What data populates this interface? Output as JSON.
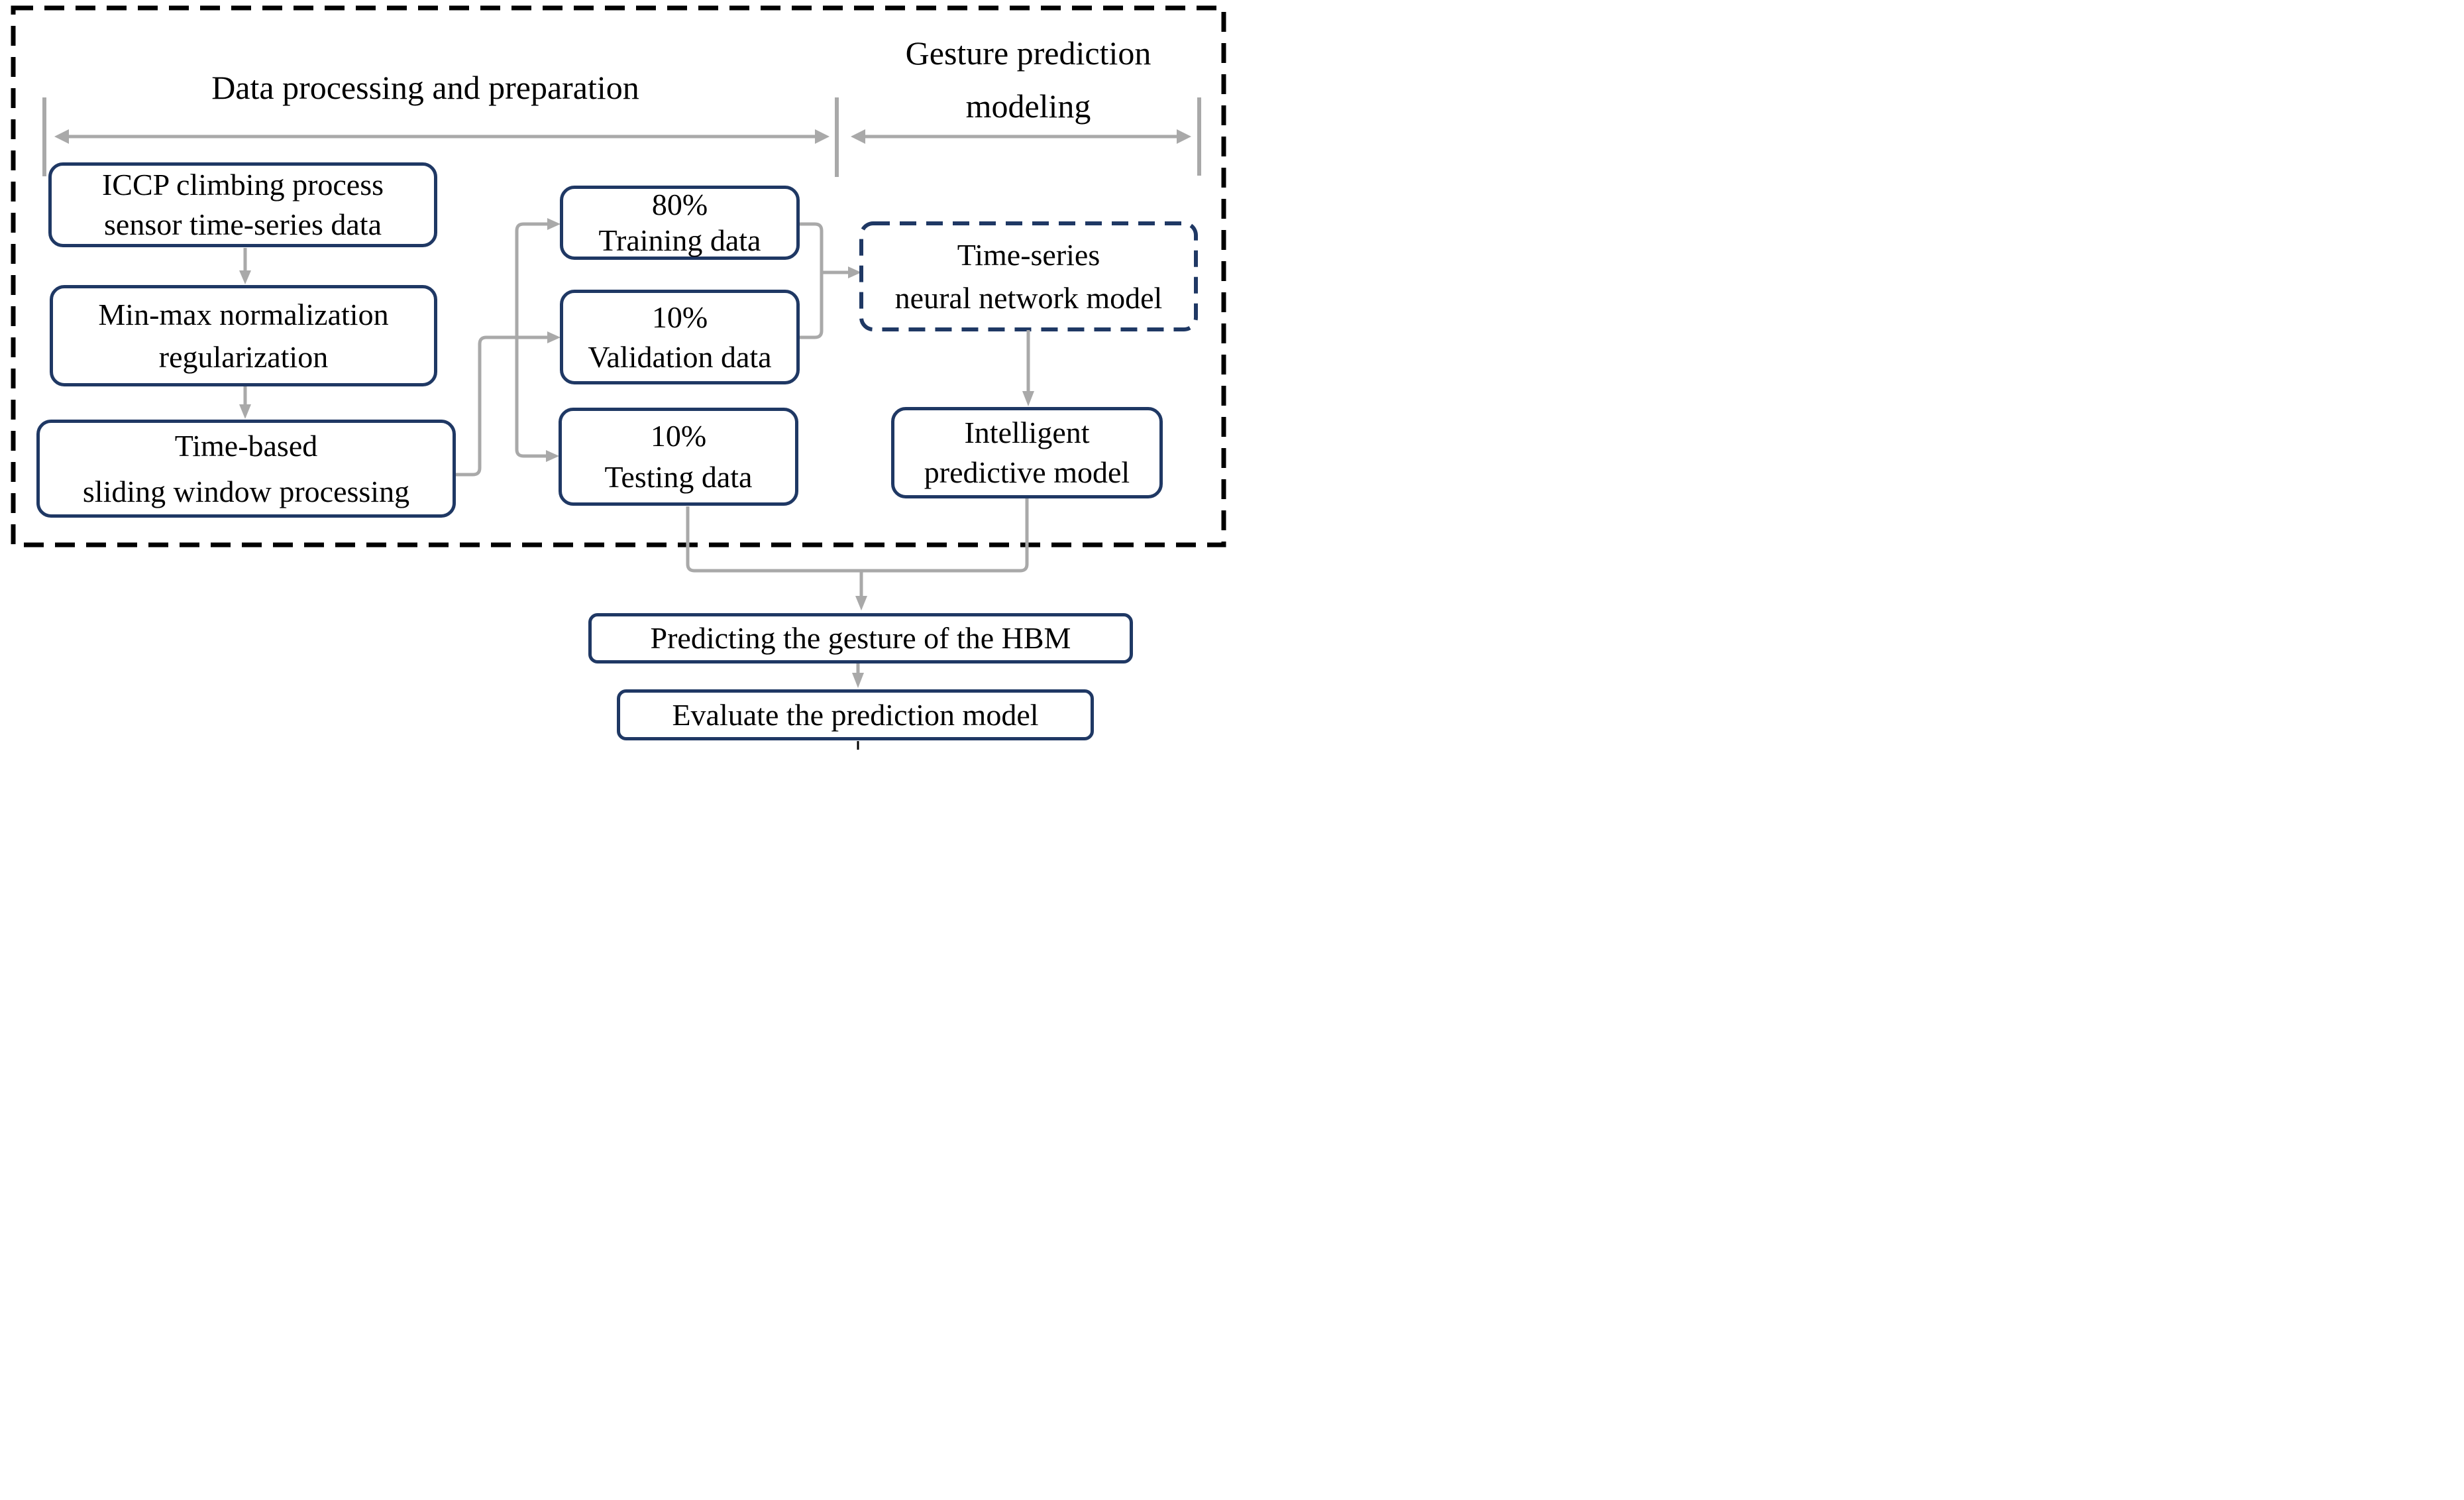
{
  "figure": {
    "type": "flowchart",
    "description": "Workflow for gesture prediction of an HBM from ICCP climbing process sensor data"
  },
  "colors": {
    "box_border": "#1f3864",
    "arrow": "#a9a9a9",
    "outer_border": "#000000",
    "text": "#000000",
    "background": "#ffffff"
  },
  "sections": {
    "left": {
      "title": "Data processing and preparation"
    },
    "right": {
      "title_line1": "Gesture prediction",
      "title_line2": "modeling"
    }
  },
  "boxes": {
    "iccp": {
      "line1": "ICCP climbing process",
      "line2": "sensor time-series data"
    },
    "minmax": {
      "line1": "Min-max normalization",
      "line2": "regularization"
    },
    "sliding": {
      "line1": "Time-based",
      "line2": "sliding window processing"
    },
    "training": {
      "line1": "80%",
      "line2": "Training data"
    },
    "validation": {
      "line1": "10%",
      "line2": "Validation data"
    },
    "testing": {
      "line1": "10%",
      "line2": "Testing data"
    },
    "ts_model": {
      "line1": "Time-series",
      "line2": "neural network model"
    },
    "intelligent": {
      "line1": "Intelligent",
      "line2": "predictive model"
    },
    "predicting": {
      "label": "Predicting the gesture of the HBM"
    },
    "evaluate": {
      "label": "Evaluate the prediction model"
    }
  }
}
